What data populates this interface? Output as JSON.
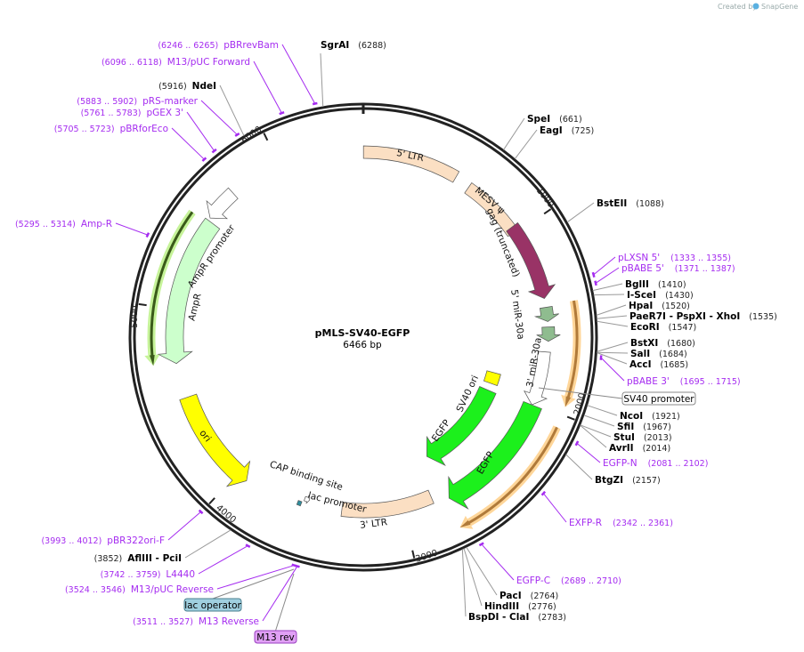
{
  "watermark": {
    "created_by": "Created by",
    "brand": "SnapGene"
  },
  "plasmid": {
    "name": "pMLS-SV40-EGFP",
    "length_label": "6466 bp",
    "length": 6466
  },
  "tick_labels": [
    "1000",
    "2000",
    "3000",
    "4000",
    "5000",
    "6000"
  ],
  "features": [
    {
      "label": "5' LTR",
      "start": 1,
      "end": 540,
      "direction": 0,
      "color": "#fbdfc3"
    },
    {
      "label": "MESV ψ",
      "start": 630,
      "end": 990,
      "direction": 0,
      "color": "#fbdfc3"
    },
    {
      "label": "gag (truncated)",
      "start": 960,
      "end": 1400,
      "direction": 1,
      "color": "#993366"
    },
    {
      "label": "5' miR-30a",
      "start": 1450,
      "end": 1530,
      "direction": 1,
      "color": "#8fbc8f"
    },
    {
      "label": "",
      "start": 1560,
      "end": 1640,
      "direction": 1,
      "color": "#8fbc8f"
    },
    {
      "label": "3' miR-30a",
      "start": 1700,
      "end": 2010,
      "direction": 1,
      "color": "#ffffff"
    },
    {
      "label": "EGFP",
      "start": 2010,
      "end": 2730,
      "direction": 1,
      "color": "#1cf01c"
    },
    {
      "label": "",
      "start": 1440,
      "end": 1960,
      "direction": 1,
      "color": "#b07a3a"
    },
    {
      "label": "",
      "start": 2065,
      "end": 2750,
      "direction": 1,
      "color": "#b07a3a"
    },
    {
      "label": "SV40 ori",
      "start": 1890,
      "end": 1975,
      "direction": 0,
      "color": "#ffff00"
    },
    {
      "label": "EGFP",
      "start": 2030,
      "end": 2730,
      "direction": 1,
      "color": "#1cf01c"
    },
    {
      "label": "3' LTR",
      "start": 2820,
      "end": 3360,
      "direction": 0,
      "color": "#fbdfc3"
    },
    {
      "label": "CAP binding site",
      "start": 3600,
      "end": 3622,
      "direction": 0,
      "color": "#2f8f9f"
    },
    {
      "label": "lac promoter",
      "start": 3560,
      "end": 3590,
      "direction": -1,
      "color": "#ffffff"
    },
    {
      "label": "ori",
      "start": 3935,
      "end": 4510,
      "direction": -1,
      "color": "#ffff00"
    },
    {
      "label": "AmpR",
      "start": 4705,
      "end": 5515,
      "direction": -1,
      "color": "#ccffcc"
    },
    {
      "label": "AmpR promoter",
      "start": 5530,
      "end": 5710,
      "direction": -1,
      "color": "#ffffff"
    },
    {
      "label": "",
      "start": 4710,
      "end": 5500,
      "direction": -1,
      "color": "#3a5a1a"
    }
  ],
  "enzymes": [
    {
      "name": "SgrAI",
      "position": "(6288)",
      "bp": 6288
    },
    {
      "name": "SpeI",
      "position": "(661)",
      "bp": 661
    },
    {
      "name": "EagI",
      "position": "(725)",
      "bp": 725
    },
    {
      "name": "BstEII",
      "position": "(1088)",
      "bp": 1088
    },
    {
      "name": "BglII",
      "position": "(1410)",
      "bp": 1410
    },
    {
      "name": "I-SceI",
      "position": "(1430)",
      "bp": 1430
    },
    {
      "name": "HpaI",
      "position": "(1520)",
      "bp": 1520
    },
    {
      "name": "PaeR7I  - PspXI  - XhoI",
      "position": "(1535)",
      "bp": 1535
    },
    {
      "name": "EcoRI",
      "position": "(1547)",
      "bp": 1547
    },
    {
      "name": "BstXI",
      "position": "(1680)",
      "bp": 1680
    },
    {
      "name": "SalI",
      "position": "(1684)",
      "bp": 1684
    },
    {
      "name": "AccI",
      "position": "(1685)",
      "bp": 1685
    },
    {
      "name": "NcoI",
      "position": "(1921)",
      "bp": 1921
    },
    {
      "name": "SfiI",
      "position": "(1967)",
      "bp": 1967
    },
    {
      "name": "StuI",
      "position": "(2013)",
      "bp": 2013
    },
    {
      "name": "AvrII",
      "position": "(2014)",
      "bp": 2014
    },
    {
      "name": "BtgZI",
      "position": "(2157)",
      "bp": 2157
    },
    {
      "name": "PacI",
      "position": "(2764)",
      "bp": 2764
    },
    {
      "name": "HindIII",
      "position": "(2776)",
      "bp": 2776
    },
    {
      "name": "BspDI  - ClaI",
      "position": "(2783)",
      "bp": 2783
    },
    {
      "name": "NdeI",
      "position": "(5916)",
      "bp": 5916
    },
    {
      "name": "AflIII  - PciI",
      "position": "(3852)",
      "bp": 3852
    }
  ],
  "primers": [
    {
      "name": "pLXSN 5'",
      "range": "(1333 .. 1355)",
      "start": 1333,
      "end": 1355
    },
    {
      "name": "pBABE 5'",
      "range": "(1371 .. 1387)",
      "start": 1371,
      "end": 1387
    },
    {
      "name": "pBABE 3'",
      "range": "(1695 .. 1715)",
      "start": 1695,
      "end": 1715
    },
    {
      "name": "EGFP-N",
      "range": "(2081 .. 2102)",
      "start": 2081,
      "end": 2102
    },
    {
      "name": "EXFP-R",
      "range": "(2342 .. 2361)",
      "start": 2342,
      "end": 2361
    },
    {
      "name": "EGFP-C",
      "range": "(2689 .. 2710)",
      "start": 2689,
      "end": 2710
    },
    {
      "name": "pBRrevBam",
      "range": "(6246 .. 6265)",
      "start": 6246,
      "end": 6265
    },
    {
      "name": "M13/pUC Forward",
      "range": "(6096 .. 6118)",
      "start": 6096,
      "end": 6118
    },
    {
      "name": "pRS-marker",
      "range": "(5883 .. 5902)",
      "start": 5883,
      "end": 5902
    },
    {
      "name": "pGEX 3'",
      "range": "(5761 .. 5783)",
      "start": 5761,
      "end": 5783
    },
    {
      "name": "pBRforEco",
      "range": "(5705 .. 5723)",
      "start": 5705,
      "end": 5723
    },
    {
      "name": "Amp-R",
      "range": "(5295 .. 5314)",
      "start": 5295,
      "end": 5314
    },
    {
      "name": "pBR322ori-F",
      "range": "(3993 .. 4012)",
      "start": 3993,
      "end": 4012
    },
    {
      "name": "L4440",
      "range": "(3742 .. 3759)",
      "start": 3742,
      "end": 3759
    },
    {
      "name": "M13/pUC Reverse",
      "range": "(3524 .. 3546)",
      "start": 3524,
      "end": 3546
    },
    {
      "name": "M13 Reverse",
      "range": "(3511 .. 3527)",
      "start": 3511,
      "end": 3527
    }
  ],
  "boxed_labels": [
    {
      "label": "SV40 promoter",
      "bp": 1900,
      "fill": "#ffffff",
      "stroke": "#888888"
    },
    {
      "label": "lac operator",
      "bp": 3590,
      "fill": "#9fcfdf",
      "stroke": "#4a7f8f"
    },
    {
      "label": "M13 rev",
      "bp": 3570,
      "fill": "#e0a0f5",
      "stroke": "#9a3fc0"
    }
  ]
}
